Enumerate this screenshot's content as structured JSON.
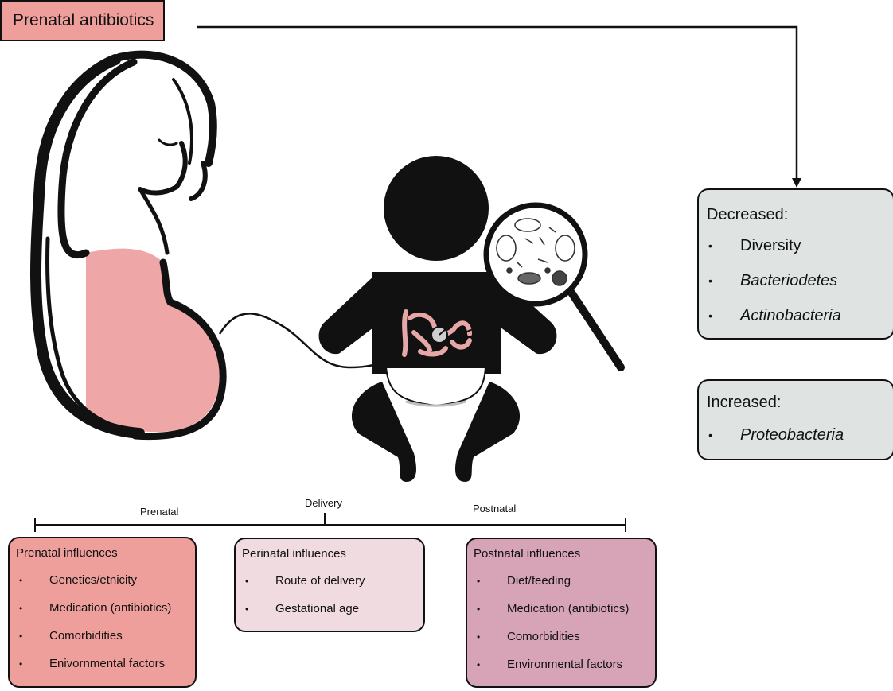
{
  "colors": {
    "prenatal": "#ef9f9b",
    "perinatal": "#f0dbe1",
    "postnatal": "#d6a3b7",
    "result_box": "#dfe4e2",
    "belly": "#efa6a6"
  },
  "title": "Prenatal antibiotics",
  "decreased": {
    "heading": "Decreased:",
    "items": [
      "Diversity",
      "Bacteriodetes",
      "Actinobacteria"
    ]
  },
  "increased": {
    "heading": "Increased:",
    "items": [
      "Proteobacteria"
    ]
  },
  "timeline": {
    "prenatal": "Prenatal",
    "delivery": "Delivery",
    "postnatal": "Postnatal"
  },
  "influences": {
    "prenatal": {
      "heading": "Prenatal influences",
      "items": [
        "Genetics/etnicity",
        "Medication (antibiotics)",
        "Comorbidities",
        "Enivornmental factors"
      ]
    },
    "perinatal": {
      "heading": "Perinatal influences",
      "items": [
        "Route of delivery",
        "Gestational age"
      ]
    },
    "postnatal": {
      "heading": "Postnatal influences",
      "items": [
        "Diet/feeding",
        "Medication (antibiotics)",
        "Comorbidities",
        "Environmental factors"
      ]
    }
  },
  "icons": [
    "pregnant-woman-icon",
    "baby-icon",
    "magnifier-icon",
    "bacteria-icon",
    "intestine-icon",
    "umbilical-cord-icon"
  ]
}
